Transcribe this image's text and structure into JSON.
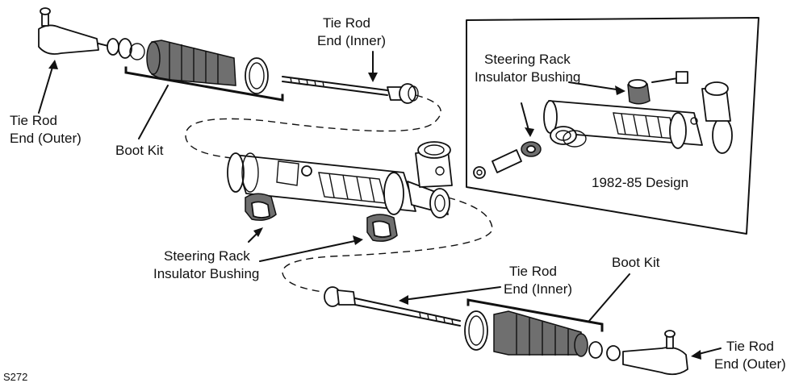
{
  "labels": {
    "tie_rod_end_outer_left": [
      "Tie Rod",
      "End (Outer)"
    ],
    "boot_kit_top": "Boot Kit",
    "tie_rod_end_inner_top": [
      "Tie Rod",
      "End (Inner)"
    ],
    "steering_rack_insulator_bushing_inset": [
      "Steering Rack",
      "Insulator Bushing"
    ],
    "design_caption": "1982-85 Design",
    "steering_rack_insulator_bushing_center": [
      "Steering Rack",
      "Insulator Bushing"
    ],
    "tie_rod_end_inner_bottom": [
      "Tie Rod",
      "End (Inner)"
    ],
    "boot_kit_bottom": "Boot Kit",
    "tie_rod_end_outer_right": [
      "Tie Rod",
      "End (Outer)"
    ],
    "figure_code": "S272"
  },
  "colors": {
    "line": "#111111",
    "boot_fill": "#6f6f6f",
    "background": "#ffffff"
  }
}
